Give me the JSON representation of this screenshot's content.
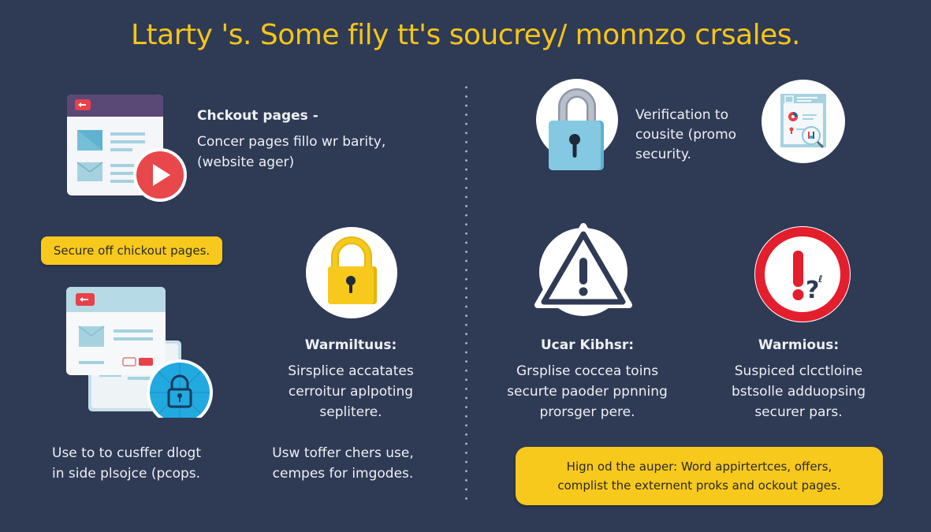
{
  "title": "Ltarty 's. Some fily tt's soucrey/ monnzo crsales.",
  "colors": {
    "background": "#2f3a55",
    "accent_yellow": "#f7c91c",
    "title_yellow": "#f5c518",
    "alert_red": "#e8414a",
    "info_blue": "#7fc4dc",
    "text_light": "#eef0f5"
  },
  "left": {
    "checkout_card": {
      "icon": "browser-window-with-play-icon",
      "heading": "Chckout pages -",
      "lines": [
        "Concer pages fillo wr barity,",
        "(website ager)"
      ]
    },
    "secure_pill": {
      "label": "Secure off chickout pages."
    },
    "popup_card": {
      "icon": "stacked-browser-windows-with-lock-icon",
      "lines": [
        "Use to to cusffer dlogt",
        "in side plsojce (pcops."
      ]
    },
    "warning_card": {
      "icon": "yellow-padlock-icon",
      "heading": "Warmiltuus:",
      "lines": [
        "Sirsplice accatates",
        "cerroitur aplpoting",
        "seplitere."
      ],
      "footer_lines": [
        "Usw toffer chers use,",
        "cempes for imgodes."
      ]
    }
  },
  "right": {
    "verification_card": {
      "icon": "blue-padlock-icon",
      "lines": [
        "Verification to",
        "cousite (promo",
        "security."
      ],
      "side_icon": "document-magnifier-icon"
    },
    "user_card": {
      "icon": "warning-triangle-icon",
      "heading": "Ucar Kibhsr:",
      "lines": [
        "Grsplise coccea toins",
        "securte paoder ppnning",
        "prorsger pere."
      ]
    },
    "suspicious_card": {
      "icon": "exclamation-question-sign-icon",
      "heading": "Warmious:",
      "lines": [
        "Suspiced clcctloine",
        "bstsolle adduopsing",
        "securer pars."
      ]
    },
    "tip_box": {
      "lines": [
        "Hign od the auper: Word appirtertces, offers,",
        "complist the externent proks and ockout pages."
      ]
    }
  }
}
